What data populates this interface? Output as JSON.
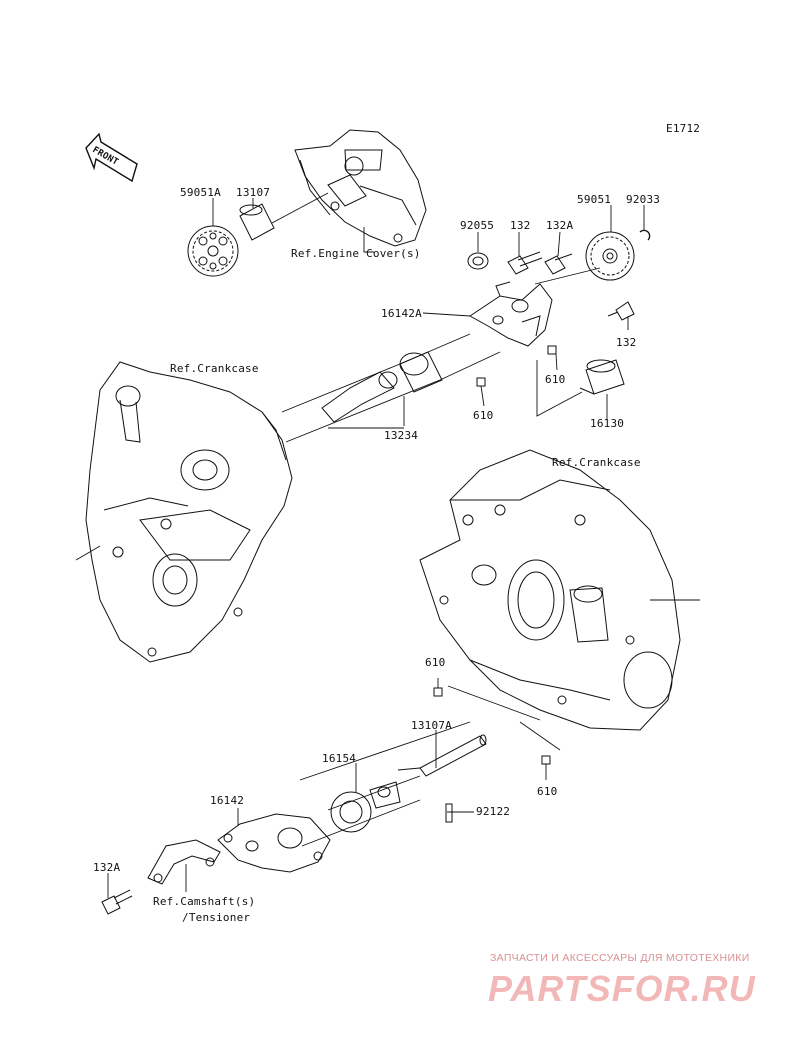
{
  "diagram_id": "E1712",
  "front_label": "FRONT",
  "parts": [
    {
      "id": "p-59051A",
      "text": "59051A"
    },
    {
      "id": "p-13107",
      "text": "13107"
    },
    {
      "id": "p-92055",
      "text": "92055"
    },
    {
      "id": "p-132-top",
      "text": "132"
    },
    {
      "id": "p-132A-top",
      "text": "132A"
    },
    {
      "id": "p-59051",
      "text": "59051"
    },
    {
      "id": "p-92033",
      "text": "92033"
    },
    {
      "id": "p-16142A",
      "text": "16142A"
    },
    {
      "id": "p-132-right",
      "text": "132"
    },
    {
      "id": "p-610-a",
      "text": "610"
    },
    {
      "id": "p-610-b",
      "text": "610"
    },
    {
      "id": "p-16130",
      "text": "16130"
    },
    {
      "id": "p-13234",
      "text": "13234"
    },
    {
      "id": "p-610-c",
      "text": "610"
    },
    {
      "id": "p-13107A",
      "text": "13107A"
    },
    {
      "id": "p-16154",
      "text": "16154"
    },
    {
      "id": "p-16142",
      "text": "16142"
    },
    {
      "id": "p-92122",
      "text": "92122"
    },
    {
      "id": "p-610-d",
      "text": "610"
    },
    {
      "id": "p-132A-bottom",
      "text": "132A"
    }
  ],
  "references": [
    {
      "id": "ref-engine-cover",
      "text": "Ref.Engine Cover(s)"
    },
    {
      "id": "ref-crankcase-left",
      "text": "Ref.Crankcase"
    },
    {
      "id": "ref-crankcase-right",
      "text": "Ref.Crankcase"
    },
    {
      "id": "ref-camshaft",
      "text": "Ref.Camshaft(s)"
    },
    {
      "id": "ref-tensioner",
      "text": "/Tensioner"
    }
  ],
  "watermark": {
    "subtitle": "ЗАПЧАСТИ И АКСЕССУАРЫ ДЛЯ МОТОТЕХНИКИ",
    "brand": "PARTSFOR.RU"
  }
}
